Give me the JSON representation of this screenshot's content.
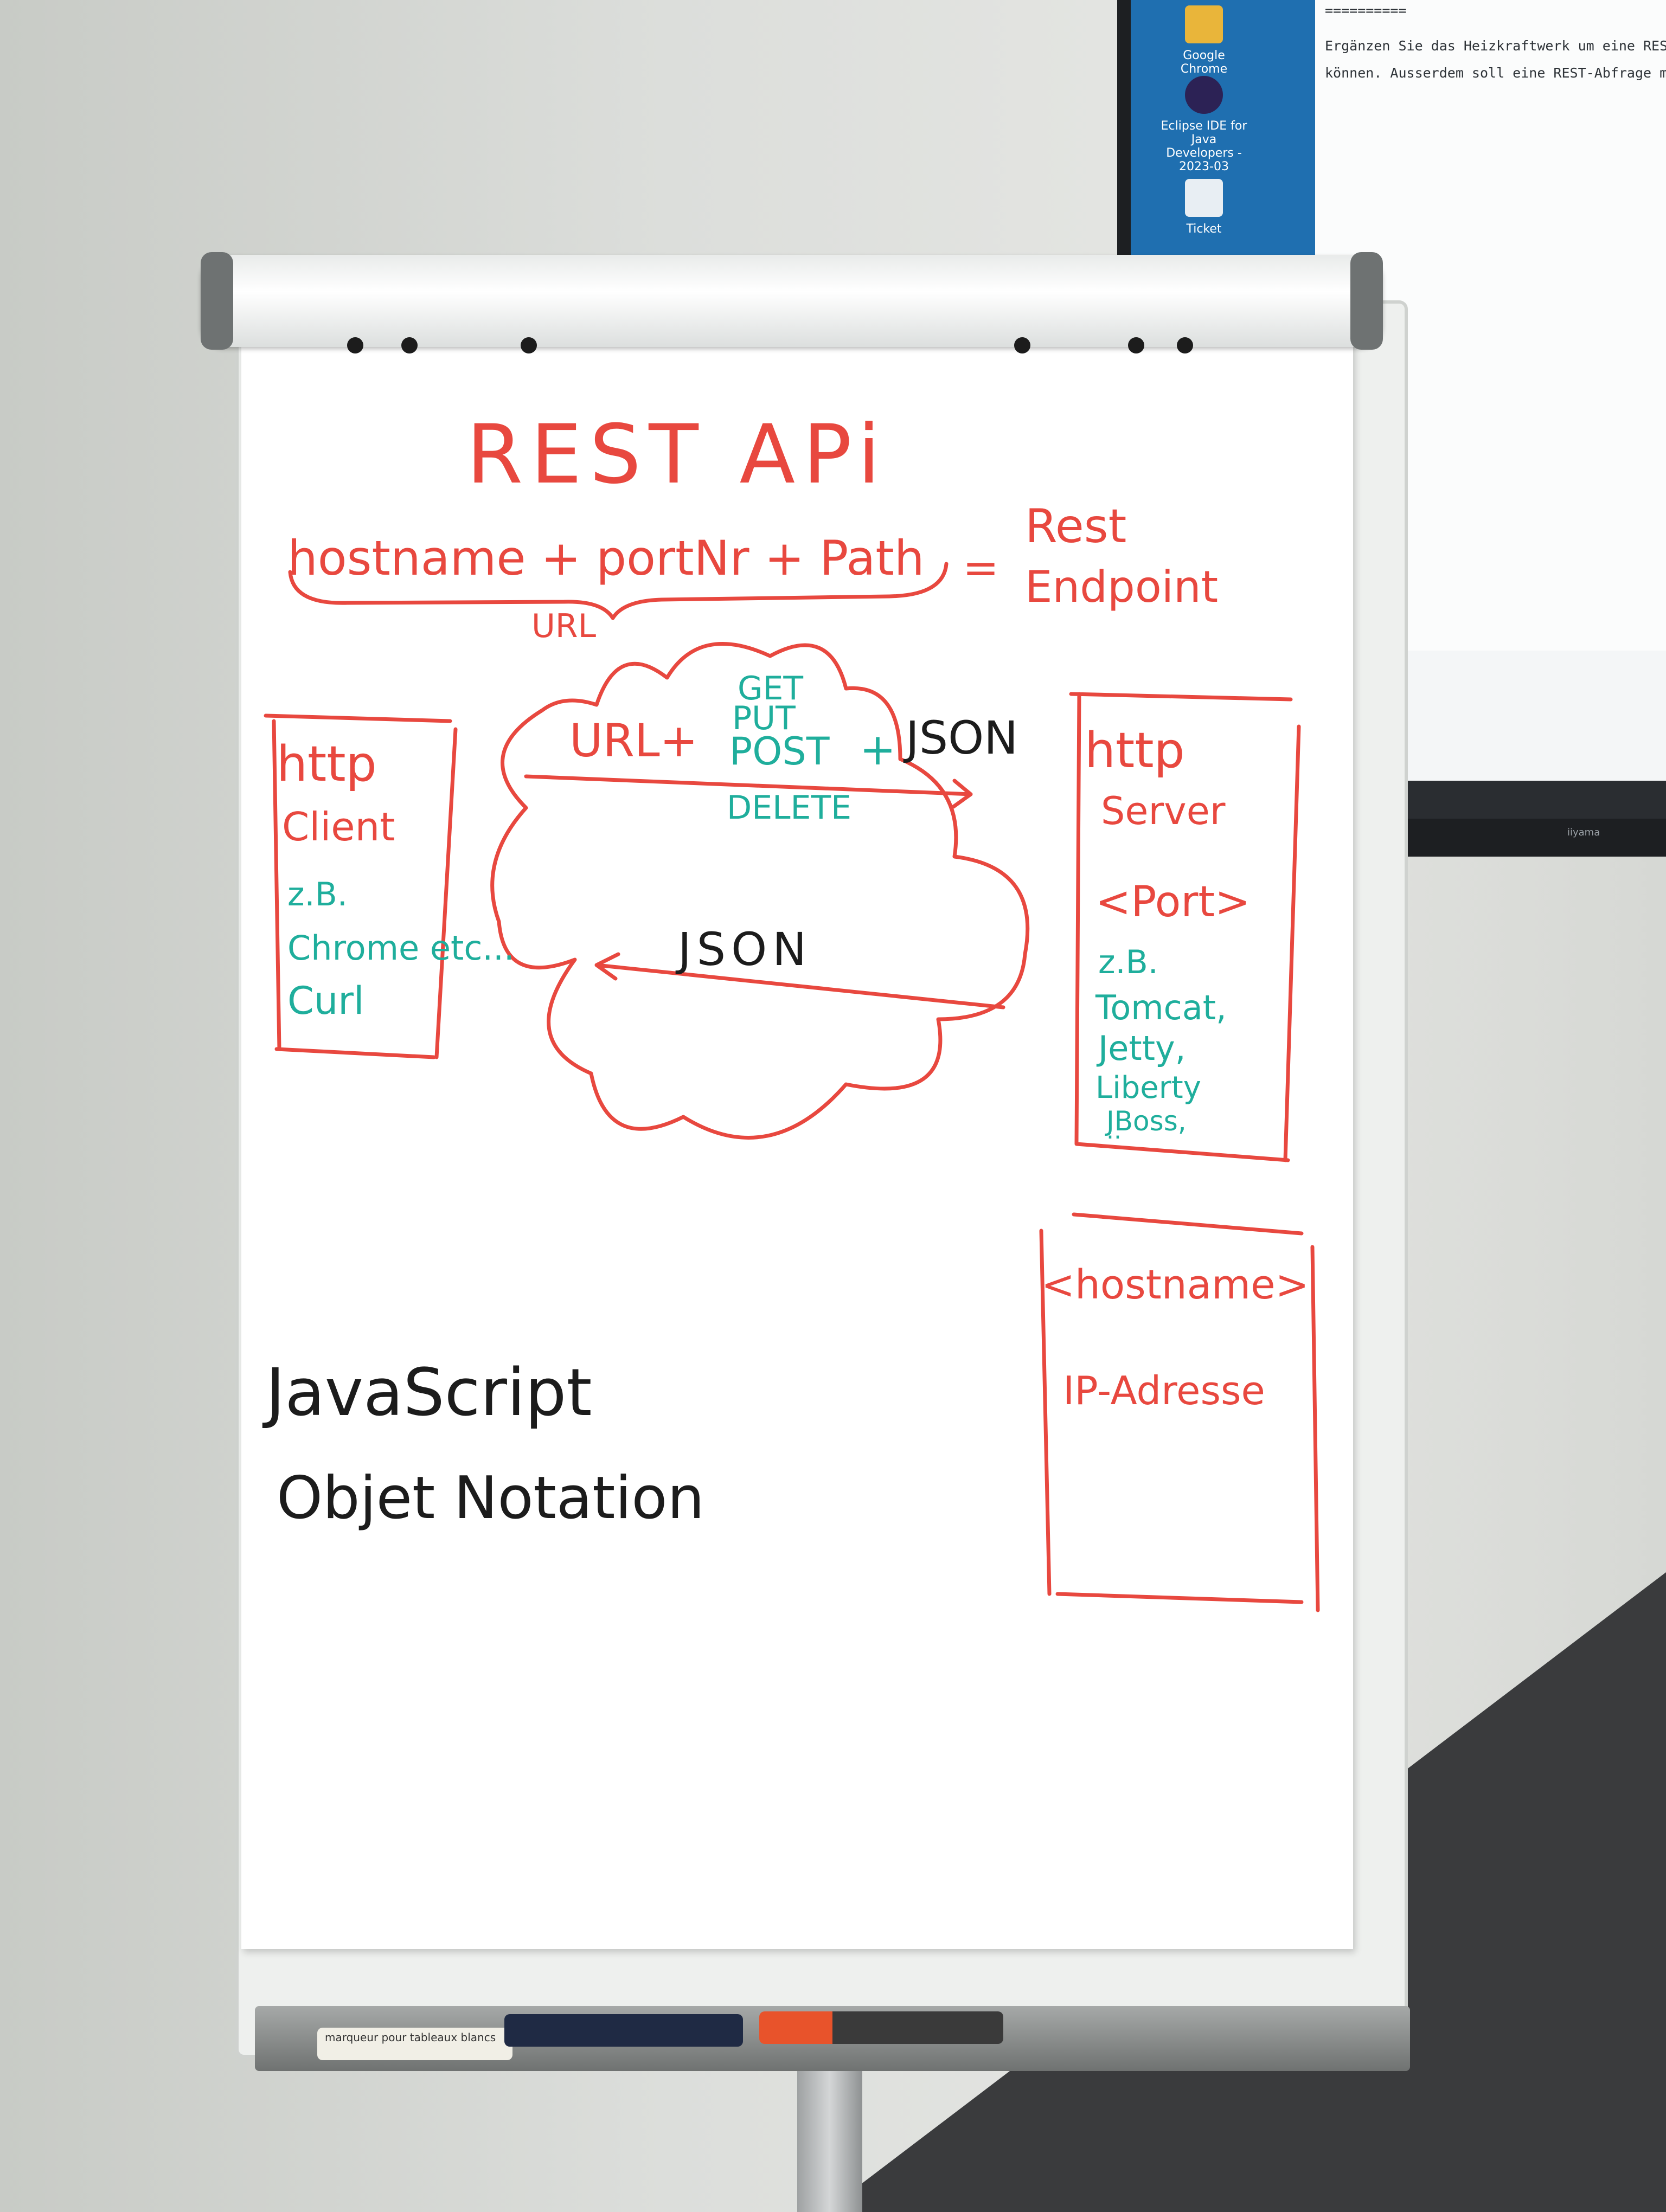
{
  "colors": {
    "ink_red": "#e8483f",
    "ink_teal": "#1fae9c",
    "ink_black": "#1c1c1c",
    "paper": "#ffffff"
  },
  "flipchart": {
    "title": "REST APi",
    "formula": {
      "text": "hostname + portNr + Path",
      "equals": "=",
      "result_line1": "Rest",
      "result_line2": "Endpoint",
      "brace_label": "URL"
    },
    "client_box": {
      "line1": "http",
      "line2": "Client",
      "examples_intro": "z.B.",
      "examples_1": "Chrome etc...",
      "examples_2": "Curl"
    },
    "cloud": {
      "request_url": "URL+",
      "methods": [
        "GET",
        "PUT",
        "POST",
        "DELETE"
      ],
      "request_plus": "+",
      "request_payload": "JSON",
      "response": "JSON"
    },
    "server_box": {
      "line1": "http",
      "line2": "Server",
      "port": "<Port>",
      "examples_intro": "z.B.",
      "examples": [
        "Tomcat,",
        "Jetty,",
        "Liberty",
        "JBoss,",
        ".."
      ]
    },
    "host_box": {
      "line1": "<hostname>",
      "line2": "IP-Adresse"
    },
    "json_expansion": {
      "line1": "JavaScript",
      "line2": "Objet Notation"
    }
  },
  "background_screen": {
    "editor_lines": [
      "==========",
      "Ergänzen Sie das Heizkraftwerk um eine REST-API, über die Mel",
      "können. Ausserdem soll eine REST-Abfrage möglich sein, die d"
    ],
    "desktop_icons": [
      "Google Chrome",
      "Eclipse IDE for Java Developers - 2023-03",
      "Ticket"
    ],
    "brand": "iiyama"
  },
  "markers": [
    {
      "label": "marqueur pour tableaux blancs",
      "color": "#f1efe6"
    },
    {
      "label": "",
      "color": "#1f2a44"
    },
    {
      "label": "",
      "color": "#e8532b"
    }
  ]
}
